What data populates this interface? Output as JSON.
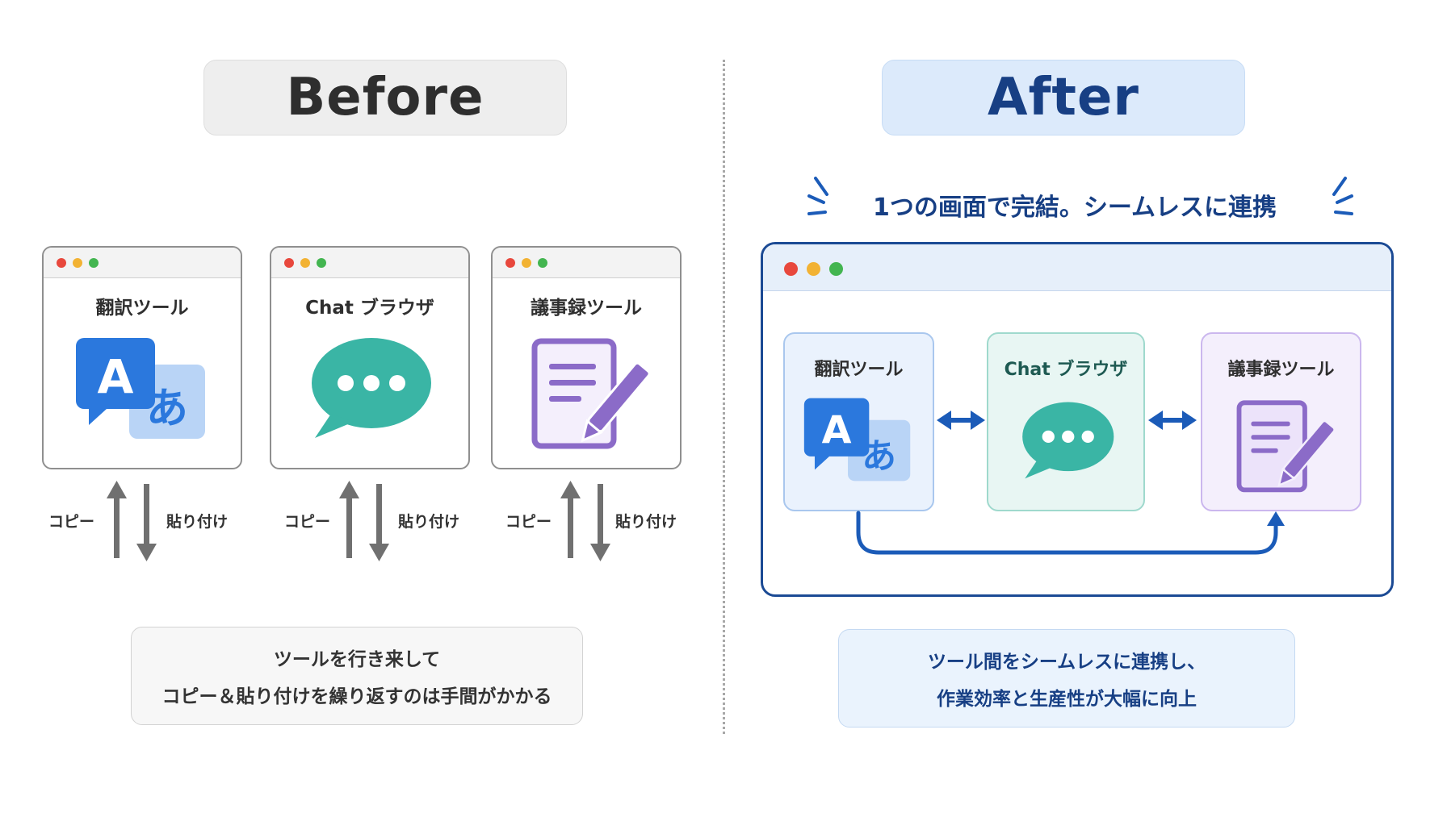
{
  "before": {
    "heading": "Before",
    "windows": [
      {
        "title": "翻訳ツール",
        "icon": "translate-icon"
      },
      {
        "title": "Chat ブラウザ",
        "icon": "chat-bubble-icon"
      },
      {
        "title": "議事録ツール",
        "icon": "document-pen-icon"
      }
    ],
    "copy_label": "コピー",
    "paste_label": "貼り付け",
    "note": {
      "line1": "ツールを行き来して",
      "line2": "コピー＆貼り付けを繰り返すのは手間がかかる"
    }
  },
  "after": {
    "heading": "After",
    "headline": "1つの画面で完結。シームレスに連携",
    "cards": [
      {
        "title": "翻訳ツール",
        "icon": "translate-icon"
      },
      {
        "title": "Chat ブラウザ",
        "icon": "chat-bubble-icon"
      },
      {
        "title": "議事録ツール",
        "icon": "document-pen-icon"
      }
    ],
    "note": {
      "line1": "ツール間をシームレスに連携し、",
      "line2": "作業効率と生産性が大幅に向上"
    }
  },
  "colors": {
    "before_heading": "#2e2e2e",
    "after_heading": "#173f84",
    "translate_blue": "#2b78dd",
    "chat_teal": "#3ab5a5",
    "doc_purple": "#8b6bc8",
    "arrow_gray": "#707070",
    "arrow_blue": "#1b5bb8"
  }
}
